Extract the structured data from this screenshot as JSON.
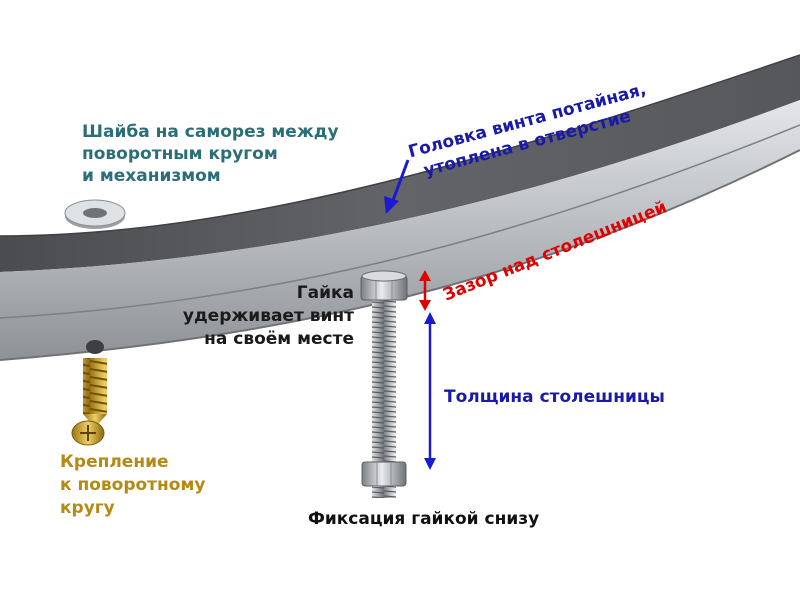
{
  "labels": {
    "washer": [
      "Шайба на саморез между",
      "поворотным кругом",
      "и механизмом"
    ],
    "screw_head": [
      "Головка винта потайная,",
      "утоплена в отверстие"
    ],
    "gap": "Зазор над столешницей",
    "nut": [
      "Гайка",
      "удерживает винт",
      "на своём месте"
    ],
    "thickness": "Толщина столешницы",
    "fastening": [
      "Крепление",
      "к поворотному",
      "кругу"
    ],
    "bottom_fix": "Фиксация гайкой снизу"
  },
  "colors": {
    "washer_text": "#2a6f78",
    "screw_head_text": "#1a1aa8",
    "gap_text": "#e00000",
    "gap_arrow": "#e00000",
    "nut_text": "#1a1a1a",
    "thickness_text": "#1a1aa8",
    "thickness_arrow": "#1a1ad0",
    "fastening_text": "#b58a12",
    "bottom_text": "#111111",
    "ring_dark": "#5a5c60",
    "ring_light": "#c9ccd0"
  },
  "icons": [
    "washer-icon",
    "wood-screw-icon",
    "bolt-icon",
    "nut-icon"
  ]
}
